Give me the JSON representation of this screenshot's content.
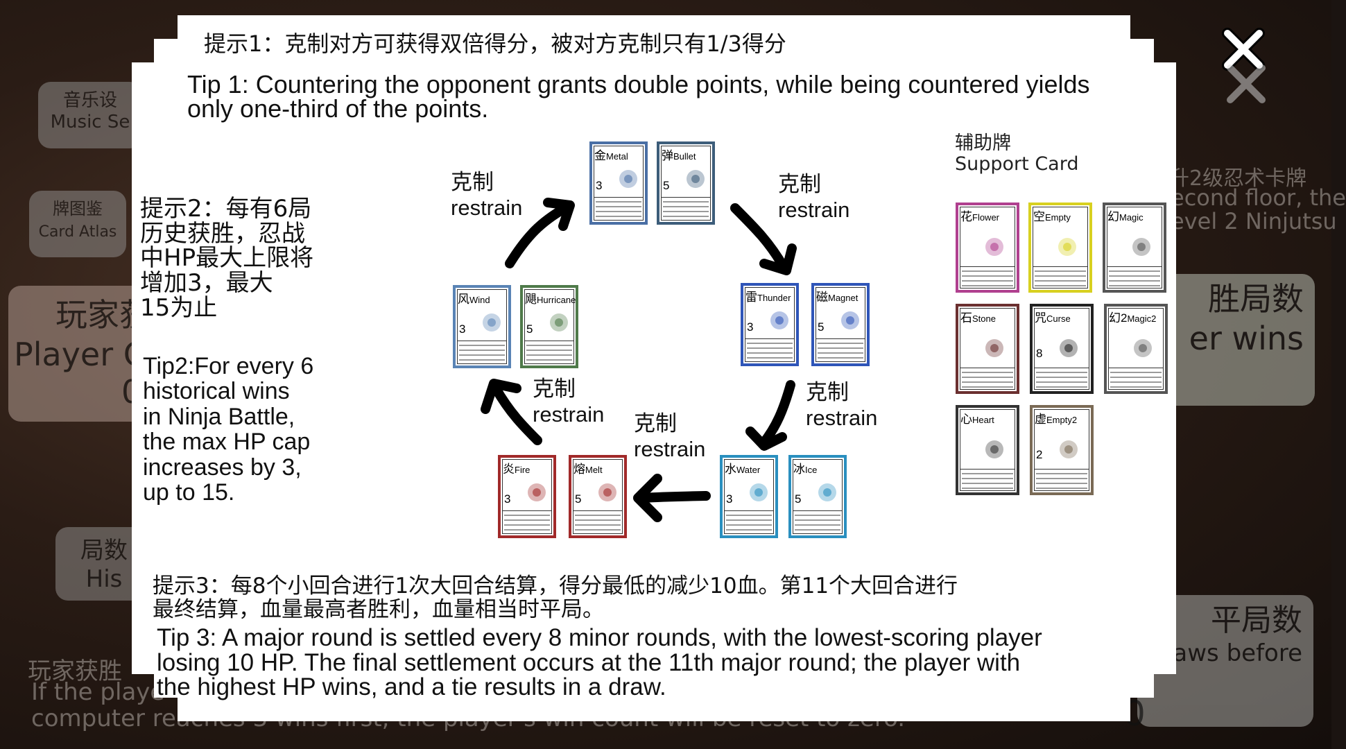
{
  "background": {
    "music_button": {
      "cn": "音乐设",
      "en": "Music Se"
    },
    "atlas_button": {
      "cn": "牌图鉴",
      "en": "Card Atlas"
    },
    "player_panel": {
      "cn": "玩家获",
      "en": "Player C",
      "value": "0"
    },
    "history_button": {
      "cn": "局数",
      "en": "His"
    },
    "bottom_note": {
      "cn": "玩家获胜",
      "en1": "If the playe",
      "en2": "computer reaches 3 wins first, the player's win count will be reset to zero."
    },
    "right_note": {
      "cn": "升2级忍术卡牌",
      "en1": "econd floor, the",
      "en2": "evel 2 Ninjutsu"
    },
    "right_panel1": {
      "cn": "胜局数",
      "en": "er wins"
    },
    "right_panel2": {
      "cn": "平局数",
      "en": "draws before",
      "value": "0"
    }
  },
  "modal": {
    "tip1_cn": "提示1：克制对方可获得双倍得分，被对方克制只有1/3得分",
    "tip1_en_line1": "Tip 1: Countering the opponent grants double points, while being countered yields",
    "tip1_en_line2": "only one-third of the points.",
    "tip2_cn": [
      "提示2：每有6局",
      "历史获胜，忍战",
      "中HP最大上限将",
      "增加3，最大",
      "15为止"
    ],
    "tip2_en": [
      "Tip2:For every 6",
      "historical wins",
      "in Ninja Battle,",
      "the max HP cap",
      "increases by 3,",
      "up to 15."
    ],
    "tip3_cn_line1": "提示3：每8个小回合进行1次大回合结算，得分最低的减少10血。第11个大回合进行",
    "tip3_cn_line2": "最终结算，血量最高者胜利，血量相当时平局。",
    "tip3_en_line1": "Tip 3: A major round is settled every 8 minor rounds, with the lowest-scoring player",
    "tip3_en_line2": "losing 10 HP. The final settlement occurs at the 11th major round; the player with",
    "tip3_en_line3": "the highest HP wins, and a tie results in a draw."
  },
  "restrain_label": {
    "cn": "克制",
    "en": "restrain"
  },
  "support_title": {
    "cn": "辅助牌",
    "en": "Support Card"
  },
  "cards": {
    "metal": {
      "cn": "金",
      "en": "Metal",
      "num": "3",
      "color": "#4a6fa5"
    },
    "bullet": {
      "cn": "弹",
      "en": "Bullet",
      "num": "5",
      "color": "#3d5d7a"
    },
    "thunder": {
      "cn": "雷",
      "en": "Thunder",
      "num": "3",
      "color": "#2f55b8"
    },
    "magnet": {
      "cn": "磁",
      "en": "Magnet",
      "num": "5",
      "color": "#2f55b8"
    },
    "water": {
      "cn": "水",
      "en": "Water",
      "num": "3",
      "color": "#2a8fbf"
    },
    "ice": {
      "cn": "冰",
      "en": "Ice",
      "num": "5",
      "color": "#2a8fbf"
    },
    "fire": {
      "cn": "炎",
      "en": "Fire",
      "num": "3",
      "color": "#a12a2a"
    },
    "melt": {
      "cn": "熔",
      "en": "Melt",
      "num": "5",
      "color": "#a12a2a"
    },
    "wind": {
      "cn": "风",
      "en": "Wind",
      "num": "3",
      "color": "#5a84b5"
    },
    "hurricane": {
      "cn": "飓",
      "en": "Hurricane",
      "num": "5",
      "color": "#4f7a4a"
    },
    "flower": {
      "cn": "花",
      "en": "Flower",
      "num": "",
      "color": "#b0408f"
    },
    "empty": {
      "cn": "空",
      "en": "Empty",
      "num": "",
      "color": "#d8d020"
    },
    "magic": {
      "cn": "幻",
      "en": "Magic",
      "num": "",
      "color": "#555555"
    },
    "stone": {
      "cn": "石",
      "en": "Stone",
      "num": "",
      "color": "#6b3030"
    },
    "curse": {
      "cn": "咒",
      "en": "Curse",
      "num": "8",
      "color": "#222222"
    },
    "magic2": {
      "cn": "幻2",
      "en": "Magic2",
      "num": "",
      "color": "#555555"
    },
    "heart": {
      "cn": "心",
      "en": "Heart",
      "num": "",
      "color": "#333333"
    },
    "empty2": {
      "cn": "虚",
      "en": "Empty2",
      "num": "2",
      "color": "#7a6a55"
    }
  }
}
